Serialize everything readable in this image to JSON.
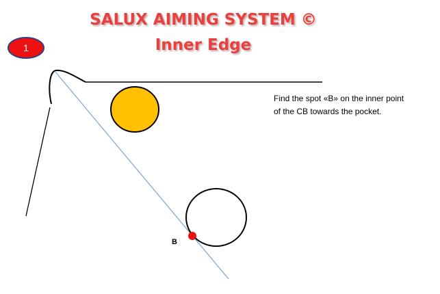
{
  "title": {
    "line1": "SALUX AIMING SYSTEM ©",
    "line2": "Inner Edge"
  },
  "badge": {
    "number": "1"
  },
  "instruction": {
    "line1": "Find the spot «B» on the inner point",
    "line2": "of the CB towards the pocket."
  },
  "point_label": "B",
  "colors": {
    "title": "#e8403f",
    "badge": "#ee1111",
    "object_ball": "#ffc000",
    "aim_line": "#7fa4c8",
    "contact_point": "#ee1111"
  }
}
